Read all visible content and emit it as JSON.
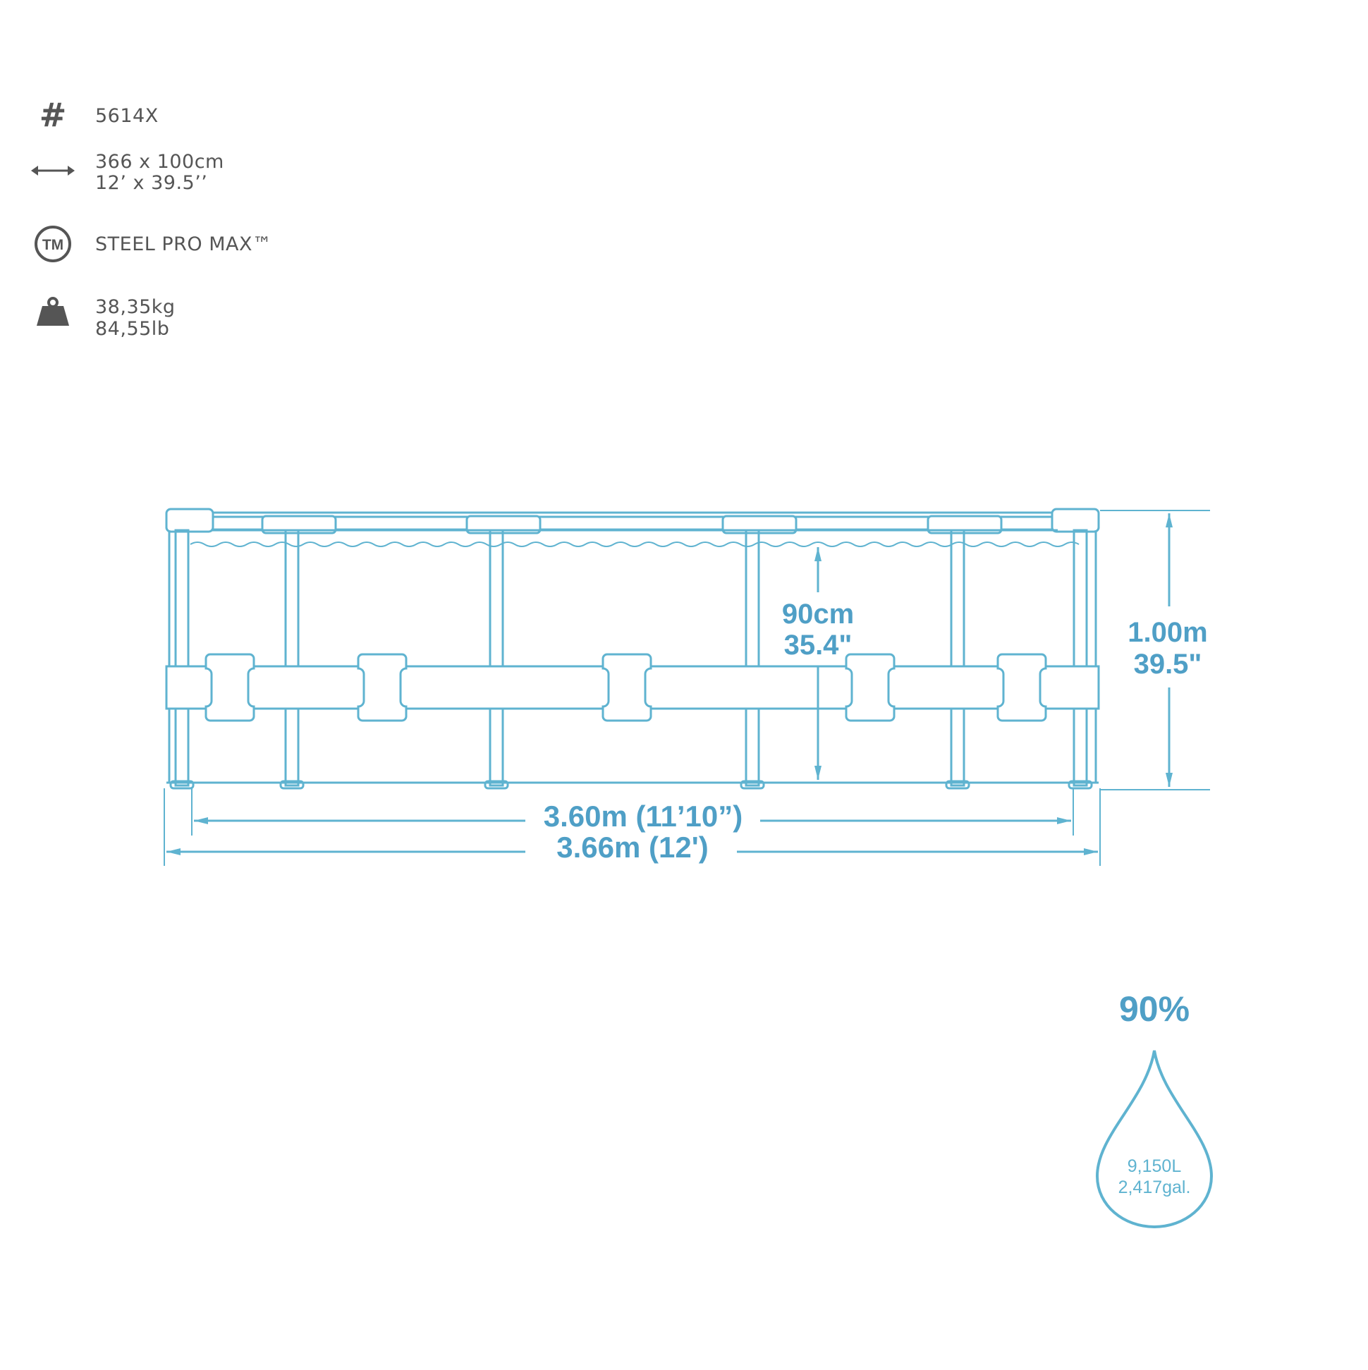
{
  "colors": {
    "line": "#5fb3d0",
    "label": "#4f9fc6",
    "text": "#555555"
  },
  "specs": {
    "model": {
      "icon": "hash-icon",
      "value": "5614X"
    },
    "size": {
      "icon": "double-arrow-icon",
      "metric": "366 x 100cm",
      "imperial": "12’ x 39.5’’"
    },
    "brand": {
      "icon": "trademark-icon",
      "icon_text": "TM",
      "value": "STEEL PRO MAX™"
    },
    "weight": {
      "icon": "weight-icon",
      "metric": "38,35kg",
      "imperial": "84,55lb"
    }
  },
  "diagram": {
    "water_depth": {
      "metric": "90cm",
      "imperial": "35.4\""
    },
    "total_height": {
      "metric": "1.00m",
      "imperial": "39.5\""
    },
    "inner_width": "3.60m (11’10”)",
    "outer_width": "3.66m (12')"
  },
  "capacity": {
    "percent": "90%",
    "liters": "9,150L",
    "gallons": "2,417gal."
  }
}
